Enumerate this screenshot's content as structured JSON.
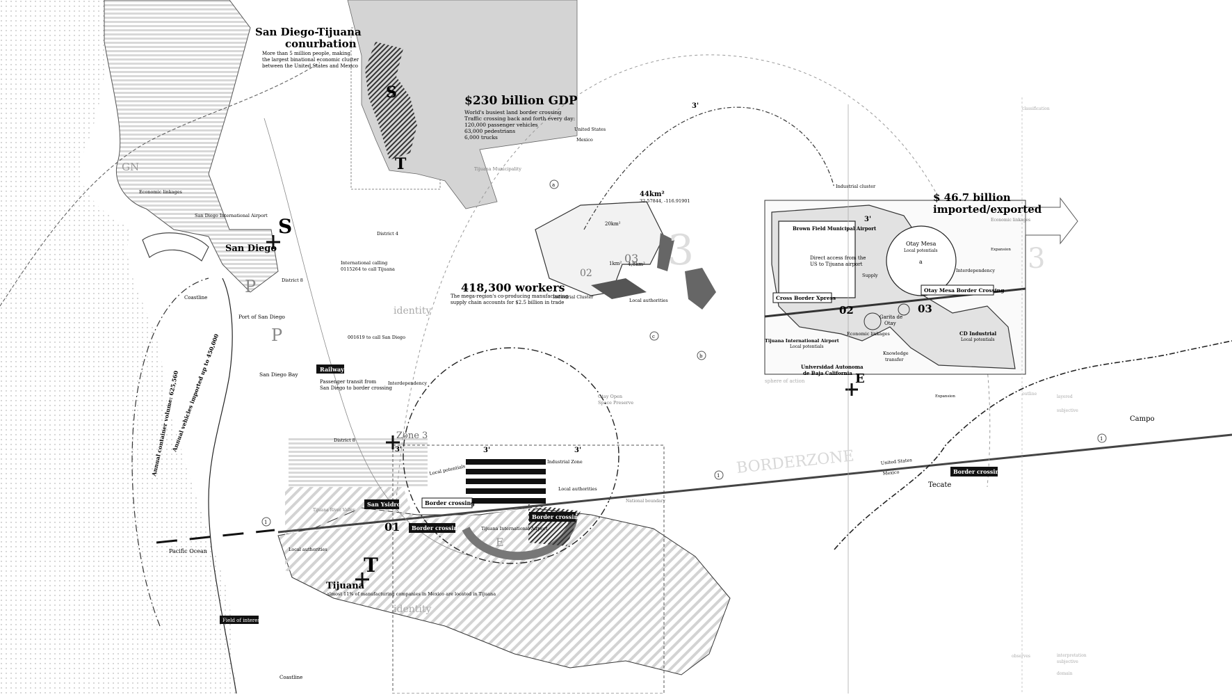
{
  "conurbation": {
    "title_line1": "San Diego-Tijuana",
    "title_line2": "conurbation",
    "desc_line1": "More than 5 million people, making",
    "desc_line2": "the largest binational economic cluster",
    "desc_line3": "between the United States and Mexico"
  },
  "gdp": {
    "title": "$230 billion GDP",
    "line1": "World's busiest land border crossing",
    "line2": "Traffic crossing back and forth every day:",
    "line3": "120,000 passenger vehicles",
    "line4": "63,000 pedestrians",
    "line5": "6,000 trucks"
  },
  "workers": {
    "title": "418,300 workers",
    "line1": "The mega-region's co-producing manufacturing",
    "line2": "supply chain accounts for $2.5 billion in trade"
  },
  "trade": {
    "line1": "$ 46.7 billion",
    "line2": "imported/exported"
  },
  "cities": {
    "san_diego": "San Diego",
    "tijuana": "Tijuana",
    "tecate": "Tecate",
    "campo": "Campo"
  },
  "letters": {
    "s": "S",
    "t": "T",
    "p": "P",
    "e": "E",
    "gn": "GN",
    "n3": "3",
    "r_a": "a",
    "r_b": "b",
    "r_c": "c"
  },
  "zone_numbers": {
    "o1": "01",
    "o2": "02",
    "o3": "03",
    "i1": "1"
  },
  "zone_labels": {
    "zone3": "Zone 3",
    "three_prime": "3'",
    "identity": "identity",
    "borderzone": "BORDERZONE",
    "area_44": "44km²",
    "coords": "32.57844, -116.91901",
    "area_20": "20km²",
    "area_4_8": "4,8km²",
    "area_1": "1km²"
  },
  "black_labels": {
    "san_ysidro": "San Ysidro",
    "border_crossing": "Border crossing",
    "railway": "Railway",
    "field_of_interest": "Field of interest",
    "cross_border_xpress": "Cross Border Xpress",
    "otay_mesa_border_crossing": "Otay Mesa Border Crossing"
  },
  "small_labels": {
    "san_diego_airport": "San Diego International Airport",
    "economic_linkages": "Economic linkages",
    "coastline": "Coastline",
    "port_of_san_diego": "Port of San Diego",
    "san_diego_bay": "San Diego Bay",
    "passenger_transit_1": "Passenger transit from",
    "passenger_transit_2": "San Diego to border crossing",
    "interdependency": "Interdependency",
    "district_8": "District 8",
    "district_4": "District 4",
    "international_calling_1": "International calling",
    "international_calling_2": "0115264 to call Tijuana",
    "call_san_diego": "001619 to call San Diego",
    "local_potentials": "Local potentials",
    "industrial_zone": "Industrial Zone",
    "local_authorities": "Local authorities",
    "national_boundary": "National boundary",
    "tijuana_river_valley": "Tijuana River Valley",
    "tijuana_airport": "Tijuana International Airport",
    "pacific_ocean": "Pacific Ocean",
    "tijuana_fact": "almost 11% of manufacturing companies in Mexico are located in Tijuana",
    "otay_open_space_1": "Otay Open",
    "otay_open_space_2": "Space Preserve",
    "industrial_cluster": "Industrial Cluster",
    "united_states": "United States",
    "mexico": "Mexico",
    "tijuana_municipality": "Tijuana Municipality",
    "container_volume": "Annual container volume: 625,560",
    "vehicles_imported": "Annual vehicles imported up to 450,000",
    "sphere_of_action": "sphere of action"
  },
  "inset": {
    "brown_field": "Brown Field Municipal Airport",
    "otay_mesa": "Otay Mesa",
    "local_potentials": "Local potentials",
    "direct_access_1": "Direct access from the",
    "direct_access_2": "US to Tijuana airport",
    "supply": "Supply",
    "interdependency": "Interdependency",
    "expansion": "Expansion",
    "garita_1": "Garita de",
    "garita_2": "Otay",
    "tijuana_airport_1": "Tijuana International Airport",
    "tijuana_airport_2": "Local potentials",
    "economic_linkages": "Economic linkages",
    "knowledge_1": "Knowledge",
    "knowledge_2": "transfer",
    "uabc_1": "Universidad Autonoma",
    "uabc_2": "de Baja California",
    "cd_industrial_1": "CD Industrial",
    "cd_industrial_2": "Local potentials",
    "expansion_2": "Expansion",
    "industrial_cluster": "Industrial cluster",
    "economic_linkages_top": "Economic linkages",
    "a_label": "a",
    "three_prime": "3'",
    "o2": "02",
    "o3": "03"
  },
  "margin_notes": {
    "classification": "classification",
    "layered": "layered",
    "subjective": "subjective",
    "outline": "outline",
    "observes": "observes",
    "interpretation": "interpretation",
    "subjective_2": "subjective",
    "domain": "domain"
  }
}
